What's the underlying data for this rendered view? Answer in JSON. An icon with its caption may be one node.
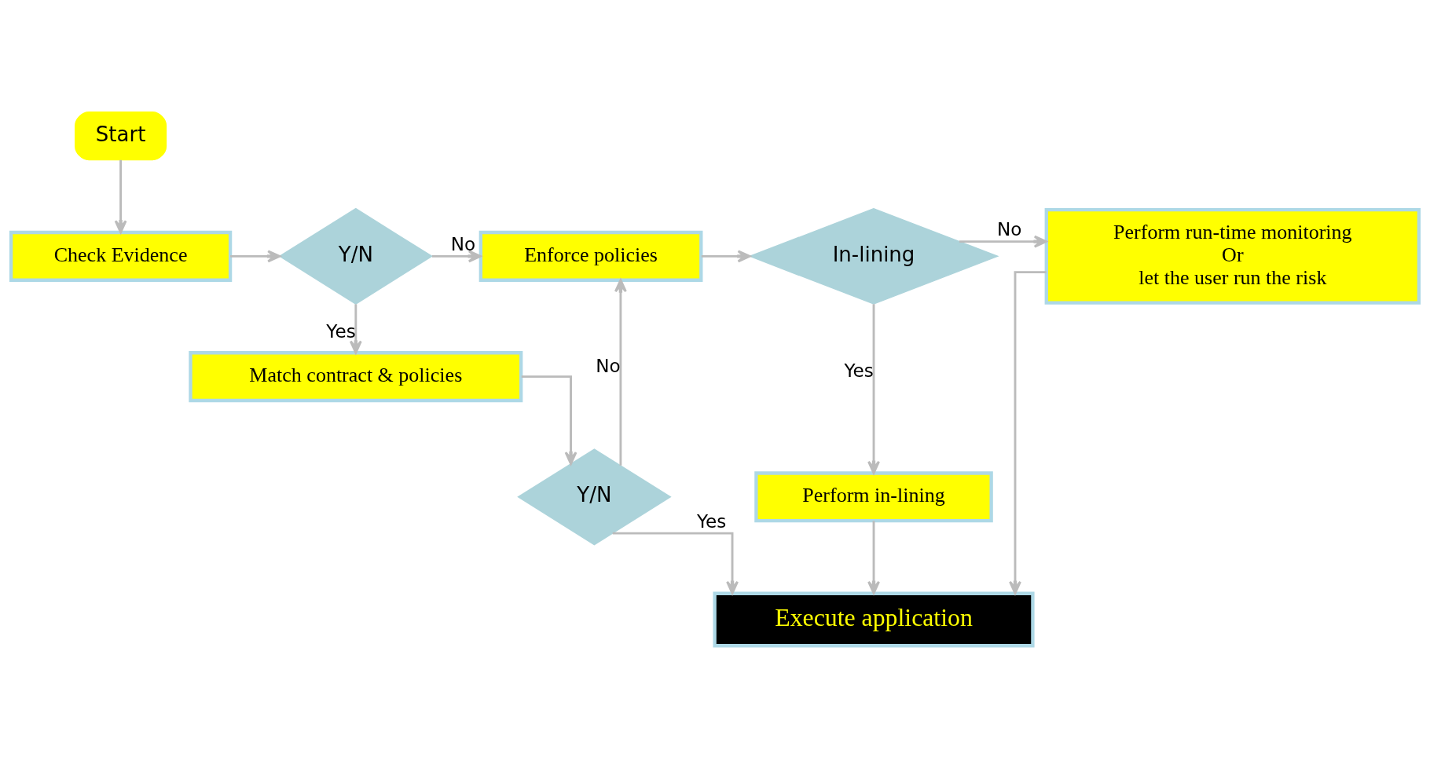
{
  "diagram": {
    "nodes": [
      {
        "text": [
          "Start"
        ]
      },
      {
        "text": [
          "Check Evidence"
        ]
      },
      {
        "text": [
          "Y/N"
        ]
      },
      {
        "text": [
          "Enforce policies"
        ]
      },
      {
        "text": [
          "In-lining"
        ]
      },
      {
        "text": [
          "Match contract & policies"
        ]
      },
      {
        "text": [
          "Perform in-lining"
        ]
      },
      {
        "text": [
          "Perform run-time monitoring",
          "Or",
          "let the user run the risk"
        ]
      },
      {
        "text": [
          "Y/N"
        ]
      },
      {
        "text": [
          "Execute application"
        ]
      }
    ],
    "edges": [
      {
        "from": 0,
        "to": 1,
        "arrow": "to"
      },
      {
        "from": 1,
        "to": 2,
        "arrow": "to"
      },
      {
        "from": 2,
        "to": 3,
        "arrow": "to",
        "label": "No"
      },
      {
        "from": 2,
        "to": 5,
        "arrow": "to",
        "label": "Yes"
      },
      {
        "from": 3,
        "to": 4,
        "arrow": "to"
      },
      {
        "from": 4,
        "to": 7,
        "arrow": "to",
        "label": "No"
      },
      {
        "from": 4,
        "to": 6,
        "arrow": "to",
        "label": "Yes"
      },
      {
        "from": 5,
        "to": 8,
        "arrow": "to"
      },
      {
        "from": 8,
        "to": 3,
        "arrow": "to",
        "label": "No"
      },
      {
        "from": 8,
        "to": 9,
        "arrow": "to",
        "label": "Yes"
      },
      {
        "from": 6,
        "to": 9,
        "arrow": "to"
      },
      {
        "from": 7,
        "to": 9,
        "arrow": "to"
      }
    ]
  }
}
